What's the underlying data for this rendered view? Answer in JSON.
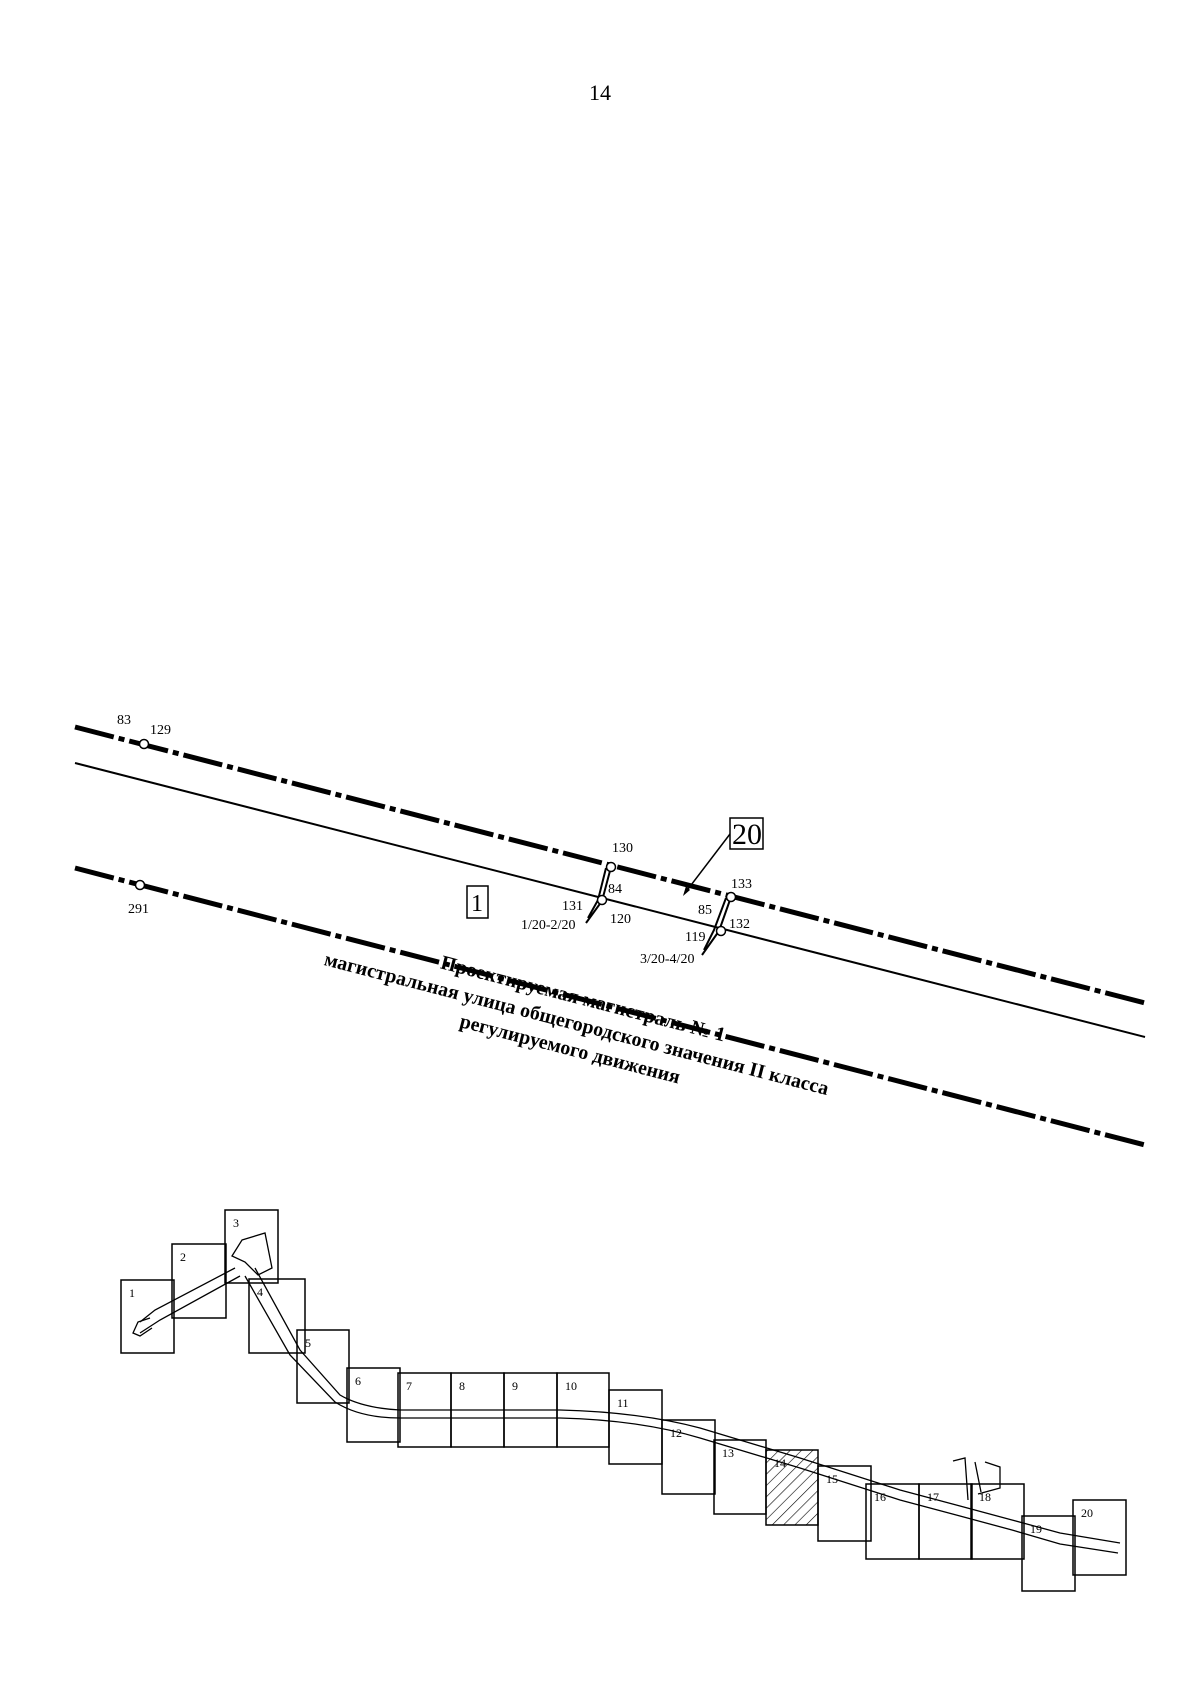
{
  "page_number": "14",
  "detail_plan": {
    "points": {
      "p83": "83",
      "p129": "129",
      "p291": "291",
      "p130": "130",
      "p84": "84",
      "p131": "131",
      "p120": "120",
      "p85": "85",
      "p133": "133",
      "p119": "119",
      "p132": "132"
    },
    "cadastre_labels": {
      "left": "1/20-2/20",
      "right": "3/20-4/20"
    },
    "boxed_labels": {
      "zone": "1",
      "sheet": "20"
    },
    "street_caption": {
      "line1": "Проектируемая магистраль № 1",
      "line2": "магистральная улица общегородского значения II класса",
      "line3": "регулируемого движения"
    }
  },
  "index_map": {
    "sheets": [
      "1",
      "2",
      "3",
      "4",
      "5",
      "6",
      "7",
      "8",
      "9",
      "10",
      "11",
      "12",
      "13",
      "14",
      "15",
      "16",
      "17",
      "18",
      "19",
      "20"
    ],
    "highlighted_sheet": "14"
  }
}
